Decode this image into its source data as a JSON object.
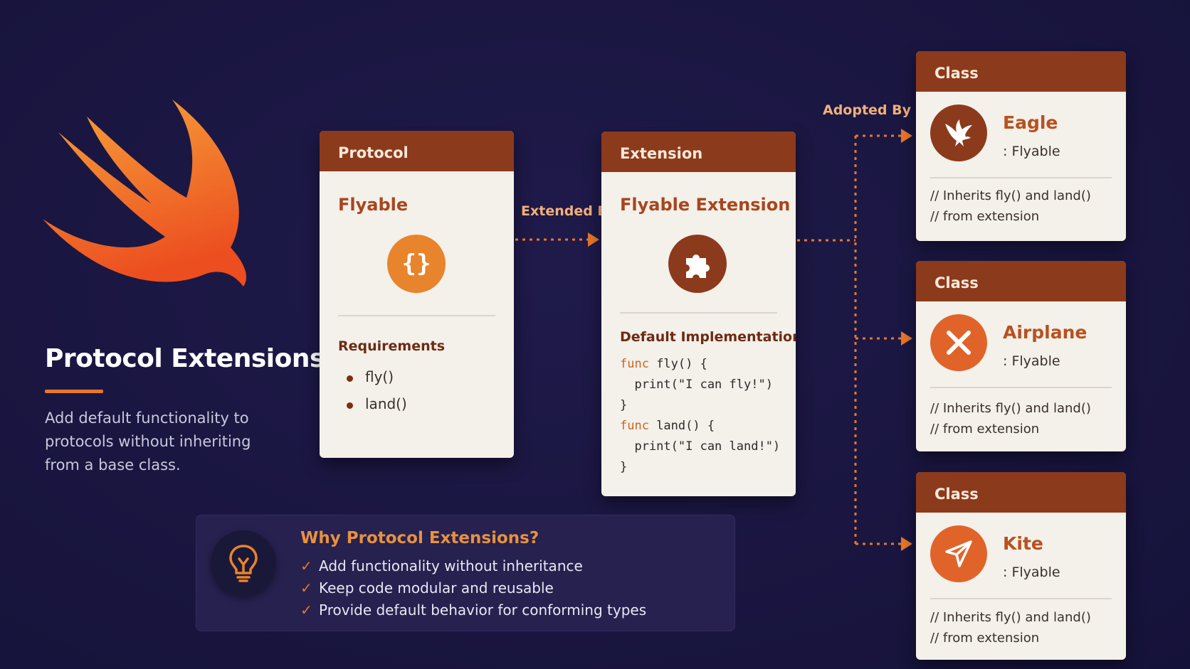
{
  "hero": {
    "title": "Protocol Extensions",
    "description": "Add default functionality to protocols without inheriting from a base class."
  },
  "protocol_card": {
    "header": "Protocol",
    "title": "Flyable",
    "icon": "curly-braces-icon",
    "section": "Requirements",
    "requirements": [
      "fly()",
      "land()"
    ]
  },
  "connectors": {
    "extended_by": "Extended By",
    "adopted_by": "Adopted By"
  },
  "extension_card": {
    "header": "Extension",
    "title": "Flyable Extension",
    "icon": "puzzle-piece-icon",
    "section": "Default Implementations",
    "code": {
      "line1_kw": "func",
      "line1_rest": " fly() {",
      "line2": "  print(\"I can fly!\")",
      "line3": "}",
      "line4_kw": "func",
      "line4_rest": " land() {",
      "line5": "  print(\"I can land!\")",
      "line6": "}"
    }
  },
  "classes": [
    {
      "header": "Class",
      "name": "Eagle",
      "conformance": ": Flyable",
      "icon": "eagle-icon",
      "comment1": "// Inherits fly() and land()",
      "comment2": "// from extension"
    },
    {
      "header": "Class",
      "name": "Airplane",
      "conformance": ": Flyable",
      "icon": "airplane-icon",
      "comment1": "// Inherits fly() and land()",
      "comment2": "// from extension"
    },
    {
      "header": "Class",
      "name": "Kite",
      "conformance": ": Flyable",
      "icon": "paper-plane-icon",
      "comment1": "// Inherits fly() and land()",
      "comment2": "// from extension"
    }
  ],
  "why": {
    "title": "Why Protocol Extensions?",
    "icon": "lightbulb-icon",
    "check_icon": "checkmark-icon",
    "items": [
      "Add functionality without inheritance",
      "Keep code modular and reusable",
      "Provide default behavior for conforming types"
    ]
  },
  "colors": {
    "background": "#1a1641",
    "accent": "#e8772a",
    "header": "#8c3a1c",
    "card": "#f4f0ea"
  }
}
